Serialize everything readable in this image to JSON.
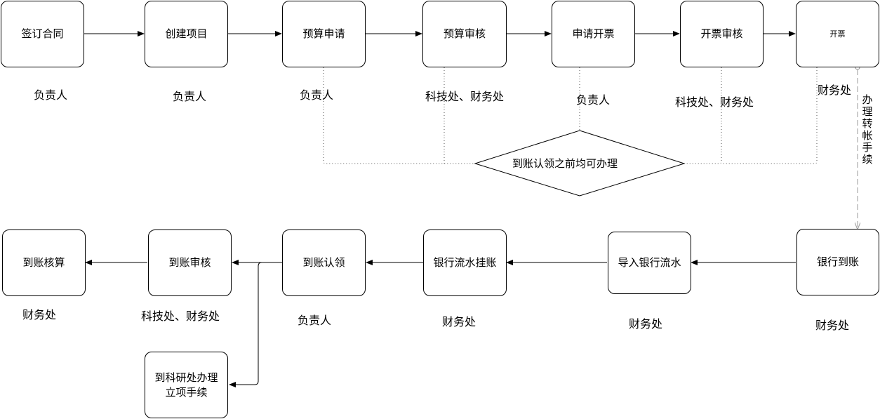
{
  "top_row": [
    {
      "id": "n1",
      "label": "签订合同",
      "owner": "负责人"
    },
    {
      "id": "n2",
      "label": "创建项目",
      "owner": "负责人"
    },
    {
      "id": "n3",
      "label": "预算申请",
      "owner": "负责人"
    },
    {
      "id": "n4",
      "label": "预算审核",
      "owner": "科技处、财务处"
    },
    {
      "id": "n5",
      "label": "申请开票",
      "owner": "负责人"
    },
    {
      "id": "n6",
      "label": "开票审核",
      "owner": "科技处、财务处"
    },
    {
      "id": "n7",
      "label": "开票",
      "owner": "财务处"
    }
  ],
  "decision": {
    "label": "到账认领之前均可办理"
  },
  "transfer_note": "办理转帐手续",
  "bottom_row": [
    {
      "id": "b1",
      "label": "银行到账",
      "owner": "财务处"
    },
    {
      "id": "b2",
      "label": "导入银行流水",
      "owner": "财务处"
    },
    {
      "id": "b3",
      "label": "银行流水挂账",
      "owner": "财务处"
    },
    {
      "id": "b4",
      "label": "到账认领",
      "owner": "负责人"
    },
    {
      "id": "b5",
      "label": "到账审核",
      "owner": "科技处、财务处"
    },
    {
      "id": "b6",
      "label": "到账核算",
      "owner": "财务处"
    }
  ],
  "branch_node": {
    "line1": "到科研处办理",
    "line2": "立项手续"
  }
}
